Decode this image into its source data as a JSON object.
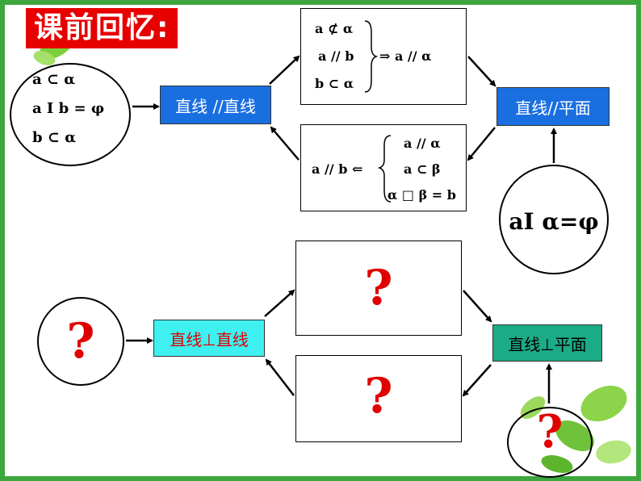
{
  "title": "课前回忆:",
  "top": {
    "left_premises": [
      "a ⊂ α",
      "a I  b = φ",
      "b ⊂ α"
    ],
    "node_line_line": "直线 //直线",
    "node_line_plane": "直线//平面",
    "upper_box": {
      "lines": [
        "a ⊄ α",
        "a // b",
        "b ⊂ α"
      ],
      "conclusion": "⇒ a // α"
    },
    "lower_box": {
      "result": "a // b ⇐",
      "lines": [
        "a // α",
        "a ⊂ β",
        "α □ β = b"
      ]
    },
    "right_condition": "aI α=φ"
  },
  "bottom": {
    "left_q": "?",
    "node_perp_line": "直线⊥直线",
    "node_perp_plane": "直线⊥平面",
    "upper_q": "?",
    "lower_q": "?",
    "right_q": "?"
  },
  "colors": {
    "frame": "#3ea63e",
    "title_bg": "#e60000",
    "blue_node": "#1a6fe0",
    "cyan_node": "#3ff0f0",
    "teal_node": "#1bab87",
    "question": "#e00000"
  }
}
